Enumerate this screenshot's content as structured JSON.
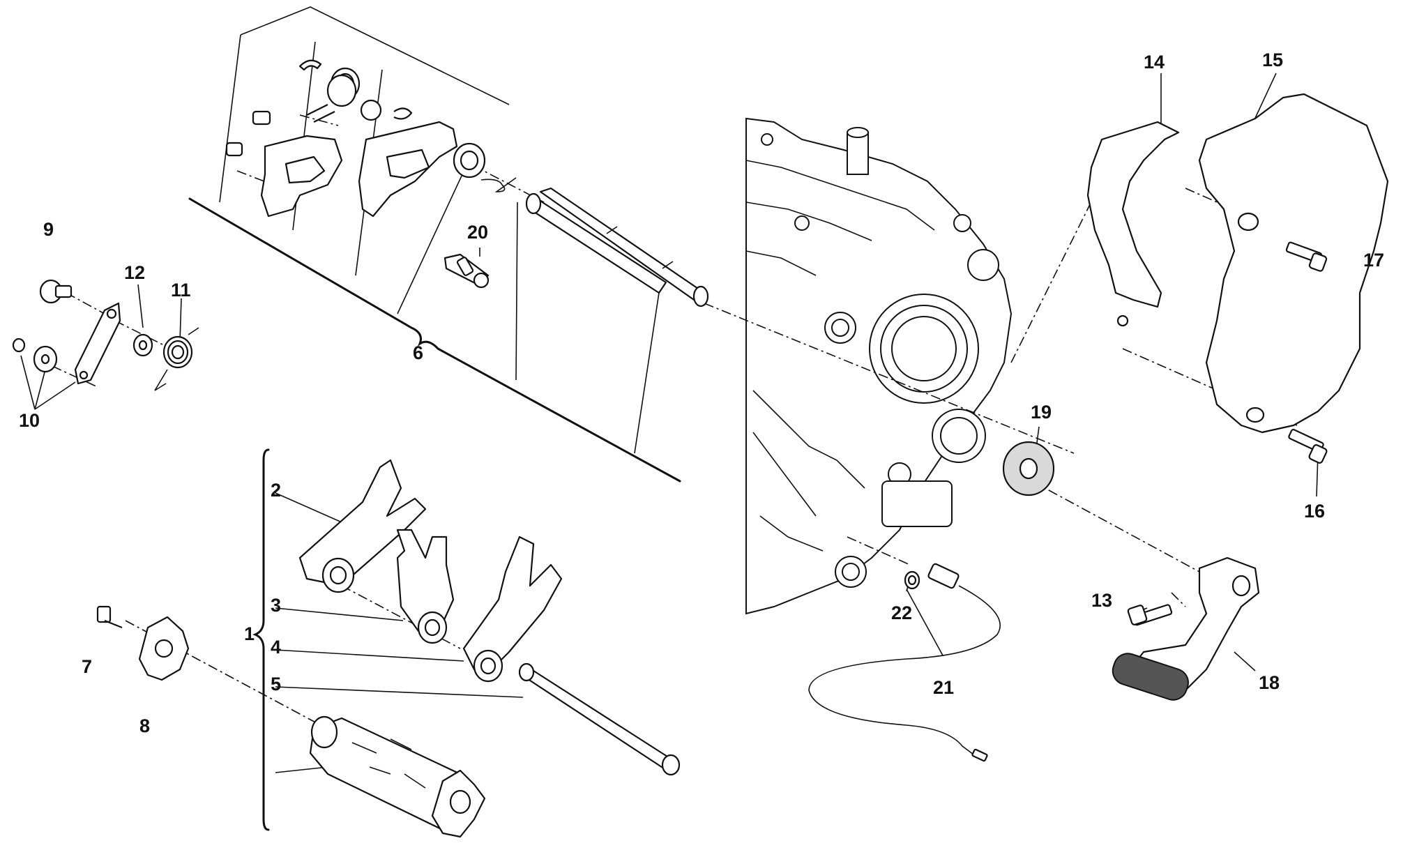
{
  "callouts": [
    {
      "id": "1",
      "text": "1"
    },
    {
      "id": "2",
      "text": "2"
    },
    {
      "id": "3",
      "text": "3"
    },
    {
      "id": "4",
      "text": "4"
    },
    {
      "id": "5",
      "text": "5"
    },
    {
      "id": "6",
      "text": "6"
    },
    {
      "id": "7",
      "text": "7"
    },
    {
      "id": "8",
      "text": "8"
    },
    {
      "id": "9",
      "text": "9"
    },
    {
      "id": "10",
      "text": "10"
    },
    {
      "id": "11",
      "text": "11"
    },
    {
      "id": "12",
      "text": "12"
    },
    {
      "id": "13",
      "text": "13"
    },
    {
      "id": "14",
      "text": "14"
    },
    {
      "id": "15",
      "text": "15"
    },
    {
      "id": "16",
      "text": "16"
    },
    {
      "id": "17",
      "text": "17"
    },
    {
      "id": "18",
      "text": "18"
    },
    {
      "id": "19",
      "text": "19"
    },
    {
      "id": "20",
      "text": "20"
    },
    {
      "id": "21",
      "text": "21"
    },
    {
      "id": "22",
      "text": "22"
    }
  ],
  "colors": {
    "line": "#111111",
    "background": "#ffffff",
    "bushing": "#d9d9d9",
    "rubber": "#555555"
  }
}
